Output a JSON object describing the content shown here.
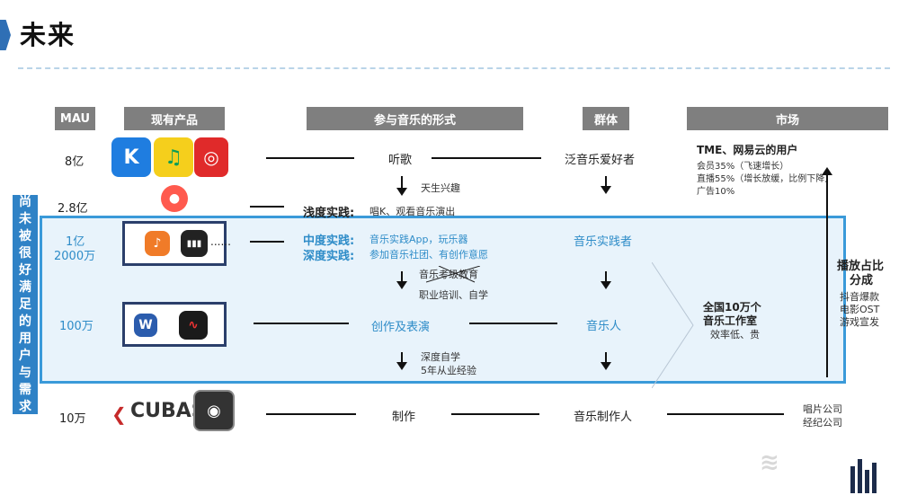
{
  "slide": {
    "title": "未来"
  },
  "headers": {
    "mau": "MAU",
    "products": "现有产品",
    "forms": "参与音乐的形式",
    "groups": "群体",
    "market": "市场"
  },
  "side_label": [
    "尚",
    "未",
    "被",
    "很",
    "好",
    "满",
    "足",
    "的",
    "用",
    "户",
    "与",
    "需",
    "求"
  ],
  "mau": {
    "row1": "8亿",
    "row2": "2.8亿",
    "row3a": "1亿",
    "row3b": "2000万",
    "row4": "100万",
    "row5": "10万"
  },
  "forms": {
    "listen": "听歌",
    "interest": "天生兴趣",
    "shallow_label": "浅度实践:",
    "shallow_text": "唱K、观看音乐演出",
    "mid_label": "中度实践:",
    "mid_text": "音乐实践App，玩乐器",
    "deep_label": "深度实践:",
    "deep_text": "参加音乐社团、有创作意愿",
    "exam": "音乐考级教育",
    "training": "职业培训、自学",
    "create": "创作及表演",
    "selfstudy": "深度自学",
    "experience": "5年从业经验",
    "produce": "制作"
  },
  "groups": {
    "fans": "泛音乐爱好者",
    "practitioners": "音乐实践者",
    "musicians": "音乐人",
    "producers": "音乐制作人"
  },
  "market": {
    "tme_title": "TME、网易云的用户",
    "member": "会员35%（飞速增长）",
    "live": "直播55%（增长放缓，比例下降）",
    "ads": "广告10%",
    "play_ratio": "播放占比",
    "split": "分成",
    "douyin": "抖音爆款",
    "ost": "电影OST",
    "game": "游戏宣发",
    "studios_title": "全国10万个",
    "studios_title2": "音乐工作室",
    "studios_note": "效率低、贵",
    "label": "唱片公司",
    "agency": "经纪公司"
  },
  "products": {
    "cubase": "CUBASE",
    "more": "......"
  },
  "icons": [
    "kugou-icon",
    "qq-music-icon",
    "netease-music-icon",
    "changba-icon",
    "garageband-icon",
    "piano-icon",
    "word-icon",
    "recorder-icon",
    "cubase-logo-icon",
    "logic-pro-icon"
  ],
  "colors": {
    "accent": "#2f82c6",
    "band_fill": "#e8f3fb",
    "header_gray": "#7f7f7f",
    "practice_blue": "#2e8cc8"
  }
}
